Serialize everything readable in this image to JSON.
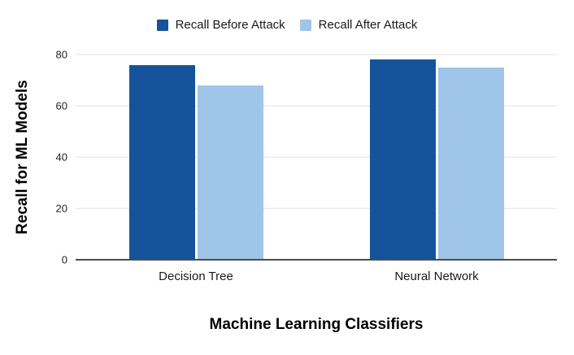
{
  "chart_data": {
    "type": "bar",
    "title": "",
    "categories": [
      "Decision Tree",
      "Neural Network"
    ],
    "series": [
      {
        "name": "Recall Before Attack",
        "color": "#15549A",
        "values": [
          76,
          78
        ]
      },
      {
        "name": "Recall After Attack",
        "color": "#9FC5E8",
        "values": [
          68,
          75
        ]
      }
    ],
    "xlabel": "Machine Learning Classifiers",
    "ylabel": "Recall for ML Models",
    "ylim": [
      0,
      80
    ],
    "yticks": [
      0,
      20,
      40,
      60,
      80
    ],
    "grid": "horizontal",
    "legend_position": "top"
  },
  "colors": {
    "background": "#ffffff",
    "gridline": "#e2e2e2",
    "axis": "#4d4d4d",
    "text": "#1a1a1a"
  }
}
